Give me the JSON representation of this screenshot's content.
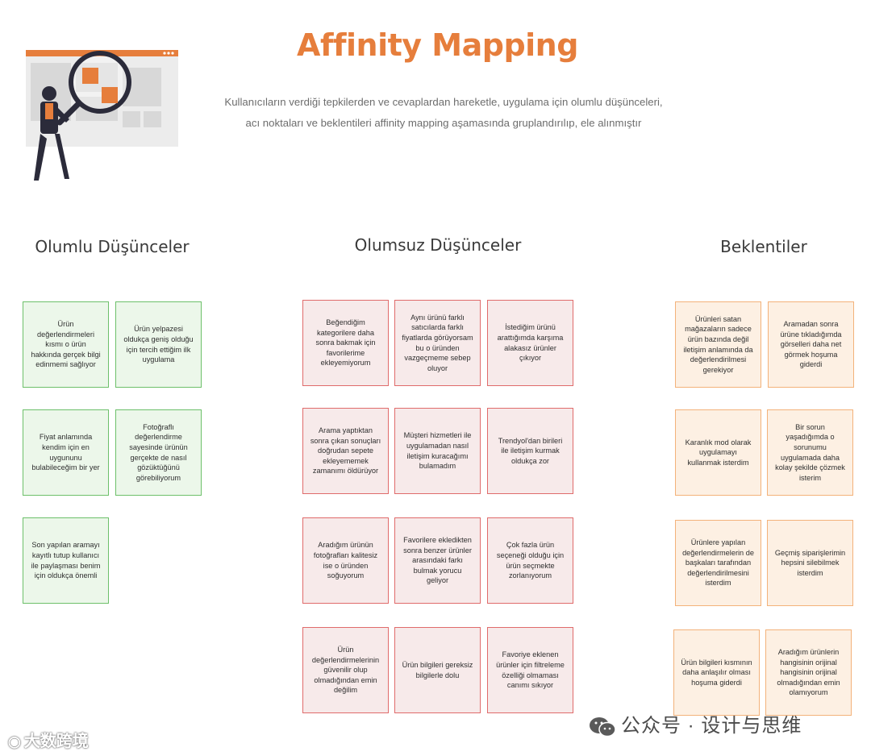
{
  "header": {
    "title": "Affinity Mapping",
    "subtitle_line1": "Kullanıcıların verdiği tepkilerden ve cevaplardan hareketle, uygulama için olumlu düşünceleri,",
    "subtitle_line2": "acı noktaları ve beklentileri affinity mapping aşamasında gruplandırılıp, ele alınmıştır"
  },
  "columns": {
    "positive": {
      "heading": "Olumlu Düşünceler",
      "notes": [
        "Ürün değerlendirmeleri kısmı o ürün hakkında gerçek bilgi edinmemi sağlıyor",
        "Ürün yelpazesi oldukça geniş olduğu için tercih ettiğim ilk uygulama",
        "Fiyat anlamında kendim için en uygununu bulabileceğim bir yer",
        "Fotoğraflı değerlendirme sayesinde ürünün gerçekte de nasıl gözüktüğünü görebiliyorum",
        "Son yapılan aramayı kayıtlı tutup kullanıcı ile paylaşması benim için oldukça önemli"
      ]
    },
    "negative": {
      "heading": "Olumsuz Düşünceler",
      "notes": [
        "Beğendiğim kategorilere daha sonra bakmak için favorilerime ekleyemiyorum",
        "Aynı ürünü farklı satıcılarda farklı fiyatlarda görüyorsam bu o üründen vazgeçmeme sebep oluyor",
        "İstediğim ürünü arattığımda karşıma alakasız ürünler çıkıyor",
        "Arama yaptıktan sonra çıkan sonuçları doğrudan sepete ekleyememek zamanımı öldürüyor",
        "Müşteri hizmetleri ile uygulamadan nasıl iletişim kuracağımı bulamadım",
        "Trendyol'dan birileri ile iletişim kurmak oldukça zor",
        "Aradığım ürünün fotoğrafları kalitesiz ise o üründen soğuyorum",
        "Favorilere ekledikten sonra benzer ürünler arasındaki farkı bulmak yorucu geliyor",
        "Çok fazla ürün seçeneği olduğu için ürün seçmekte zorlanıyorum",
        "Ürün değerlendirmelerinin güvenilir olup olmadığından emin değilim",
        "Ürün bilgileri gereksiz bilgilerle dolu",
        "Favoriye eklenen ürünler için filtreleme özelliği olmaması canımı sıkıyor"
      ]
    },
    "expectations": {
      "heading": "Beklentiler",
      "notes": [
        "Ürünleri satan mağazaların sadece ürün bazında değil iletişim anlamında da değerlendirilmesi gerekiyor",
        "Aramadan sonra ürüne tıkladığımda görselleri daha net görmek hoşuma giderdi",
        "Karanlık mod olarak uygulamayı kullanmak isterdim",
        "Bir sorun yaşadığımda o sorunumu uygulamada daha kolay şekilde çözmek isterim",
        "Ürünlere yapılan değerlendirmelerin de başkaları tarafından değerlendirilmesini isterdim",
        "Geçmiş siparişlerimin hepsini silebilmek isterdim",
        "Ürün bilgileri kısmının daha anlaşılır olması hoşuma giderdi",
        "Aradığım ürünlerin hangisinin orijinal hangisinin orijinal olmadığından emin olamıyorum"
      ]
    }
  },
  "watermarks": {
    "left": "大数跨境",
    "right": "公众号 · 设计与思维"
  },
  "colors": {
    "title": "#e67e3c",
    "positive_fill": "#ecf7ea",
    "positive_border": "#6dc06a",
    "negative_fill": "#f7eaea",
    "negative_border": "#e06b6b",
    "expectation_fill": "#fdf0e3",
    "expectation_border": "#f3b27a"
  },
  "illustration": {
    "icon": "researcher-with-magnifier-illustration"
  }
}
